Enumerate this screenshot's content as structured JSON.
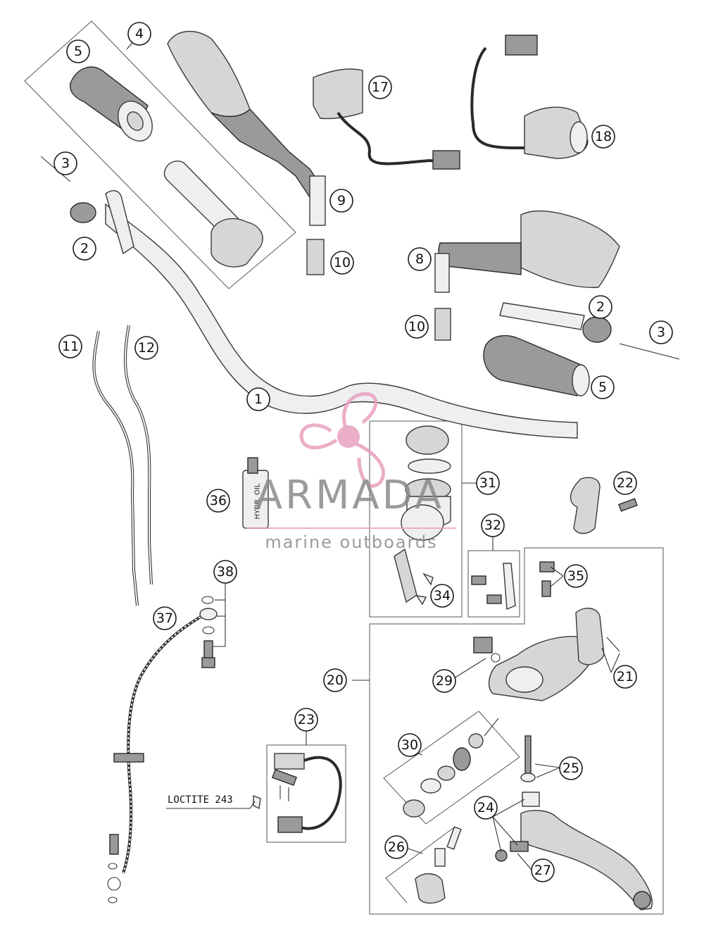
{
  "callouts": [
    {
      "id": "c1",
      "label": "1"
    },
    {
      "id": "c2a",
      "label": "2"
    },
    {
      "id": "c2b",
      "label": "2"
    },
    {
      "id": "c3a",
      "label": "3"
    },
    {
      "id": "c3b",
      "label": "3"
    },
    {
      "id": "c4",
      "label": "4"
    },
    {
      "id": "c5a",
      "label": "5"
    },
    {
      "id": "c5b",
      "label": "5"
    },
    {
      "id": "c8",
      "label": "8"
    },
    {
      "id": "c9",
      "label": "9"
    },
    {
      "id": "c10a",
      "label": "10"
    },
    {
      "id": "c10b",
      "label": "10"
    },
    {
      "id": "c11",
      "label": "11"
    },
    {
      "id": "c12",
      "label": "12"
    },
    {
      "id": "c17",
      "label": "17"
    },
    {
      "id": "c18",
      "label": "18"
    },
    {
      "id": "c20",
      "label": "20"
    },
    {
      "id": "c21",
      "label": "21"
    },
    {
      "id": "c22",
      "label": "22"
    },
    {
      "id": "c23",
      "label": "23"
    },
    {
      "id": "c24",
      "label": "24"
    },
    {
      "id": "c25",
      "label": "25"
    },
    {
      "id": "c26",
      "label": "26"
    },
    {
      "id": "c27",
      "label": "27"
    },
    {
      "id": "c29",
      "label": "29"
    },
    {
      "id": "c30",
      "label": "30"
    },
    {
      "id": "c31",
      "label": "31"
    },
    {
      "id": "c32",
      "label": "32"
    },
    {
      "id": "c34",
      "label": "34"
    },
    {
      "id": "c35",
      "label": "35"
    },
    {
      "id": "c36",
      "label": "36"
    },
    {
      "id": "c37",
      "label": "37"
    },
    {
      "id": "c38",
      "label": "38"
    }
  ],
  "notes": {
    "loctite": "LOCTITE 243",
    "bottle_label": "HYDR. OIL"
  },
  "watermark": {
    "brand": "ARMADA",
    "tagline": "marine outboards",
    "color": "#e8a0bf"
  }
}
